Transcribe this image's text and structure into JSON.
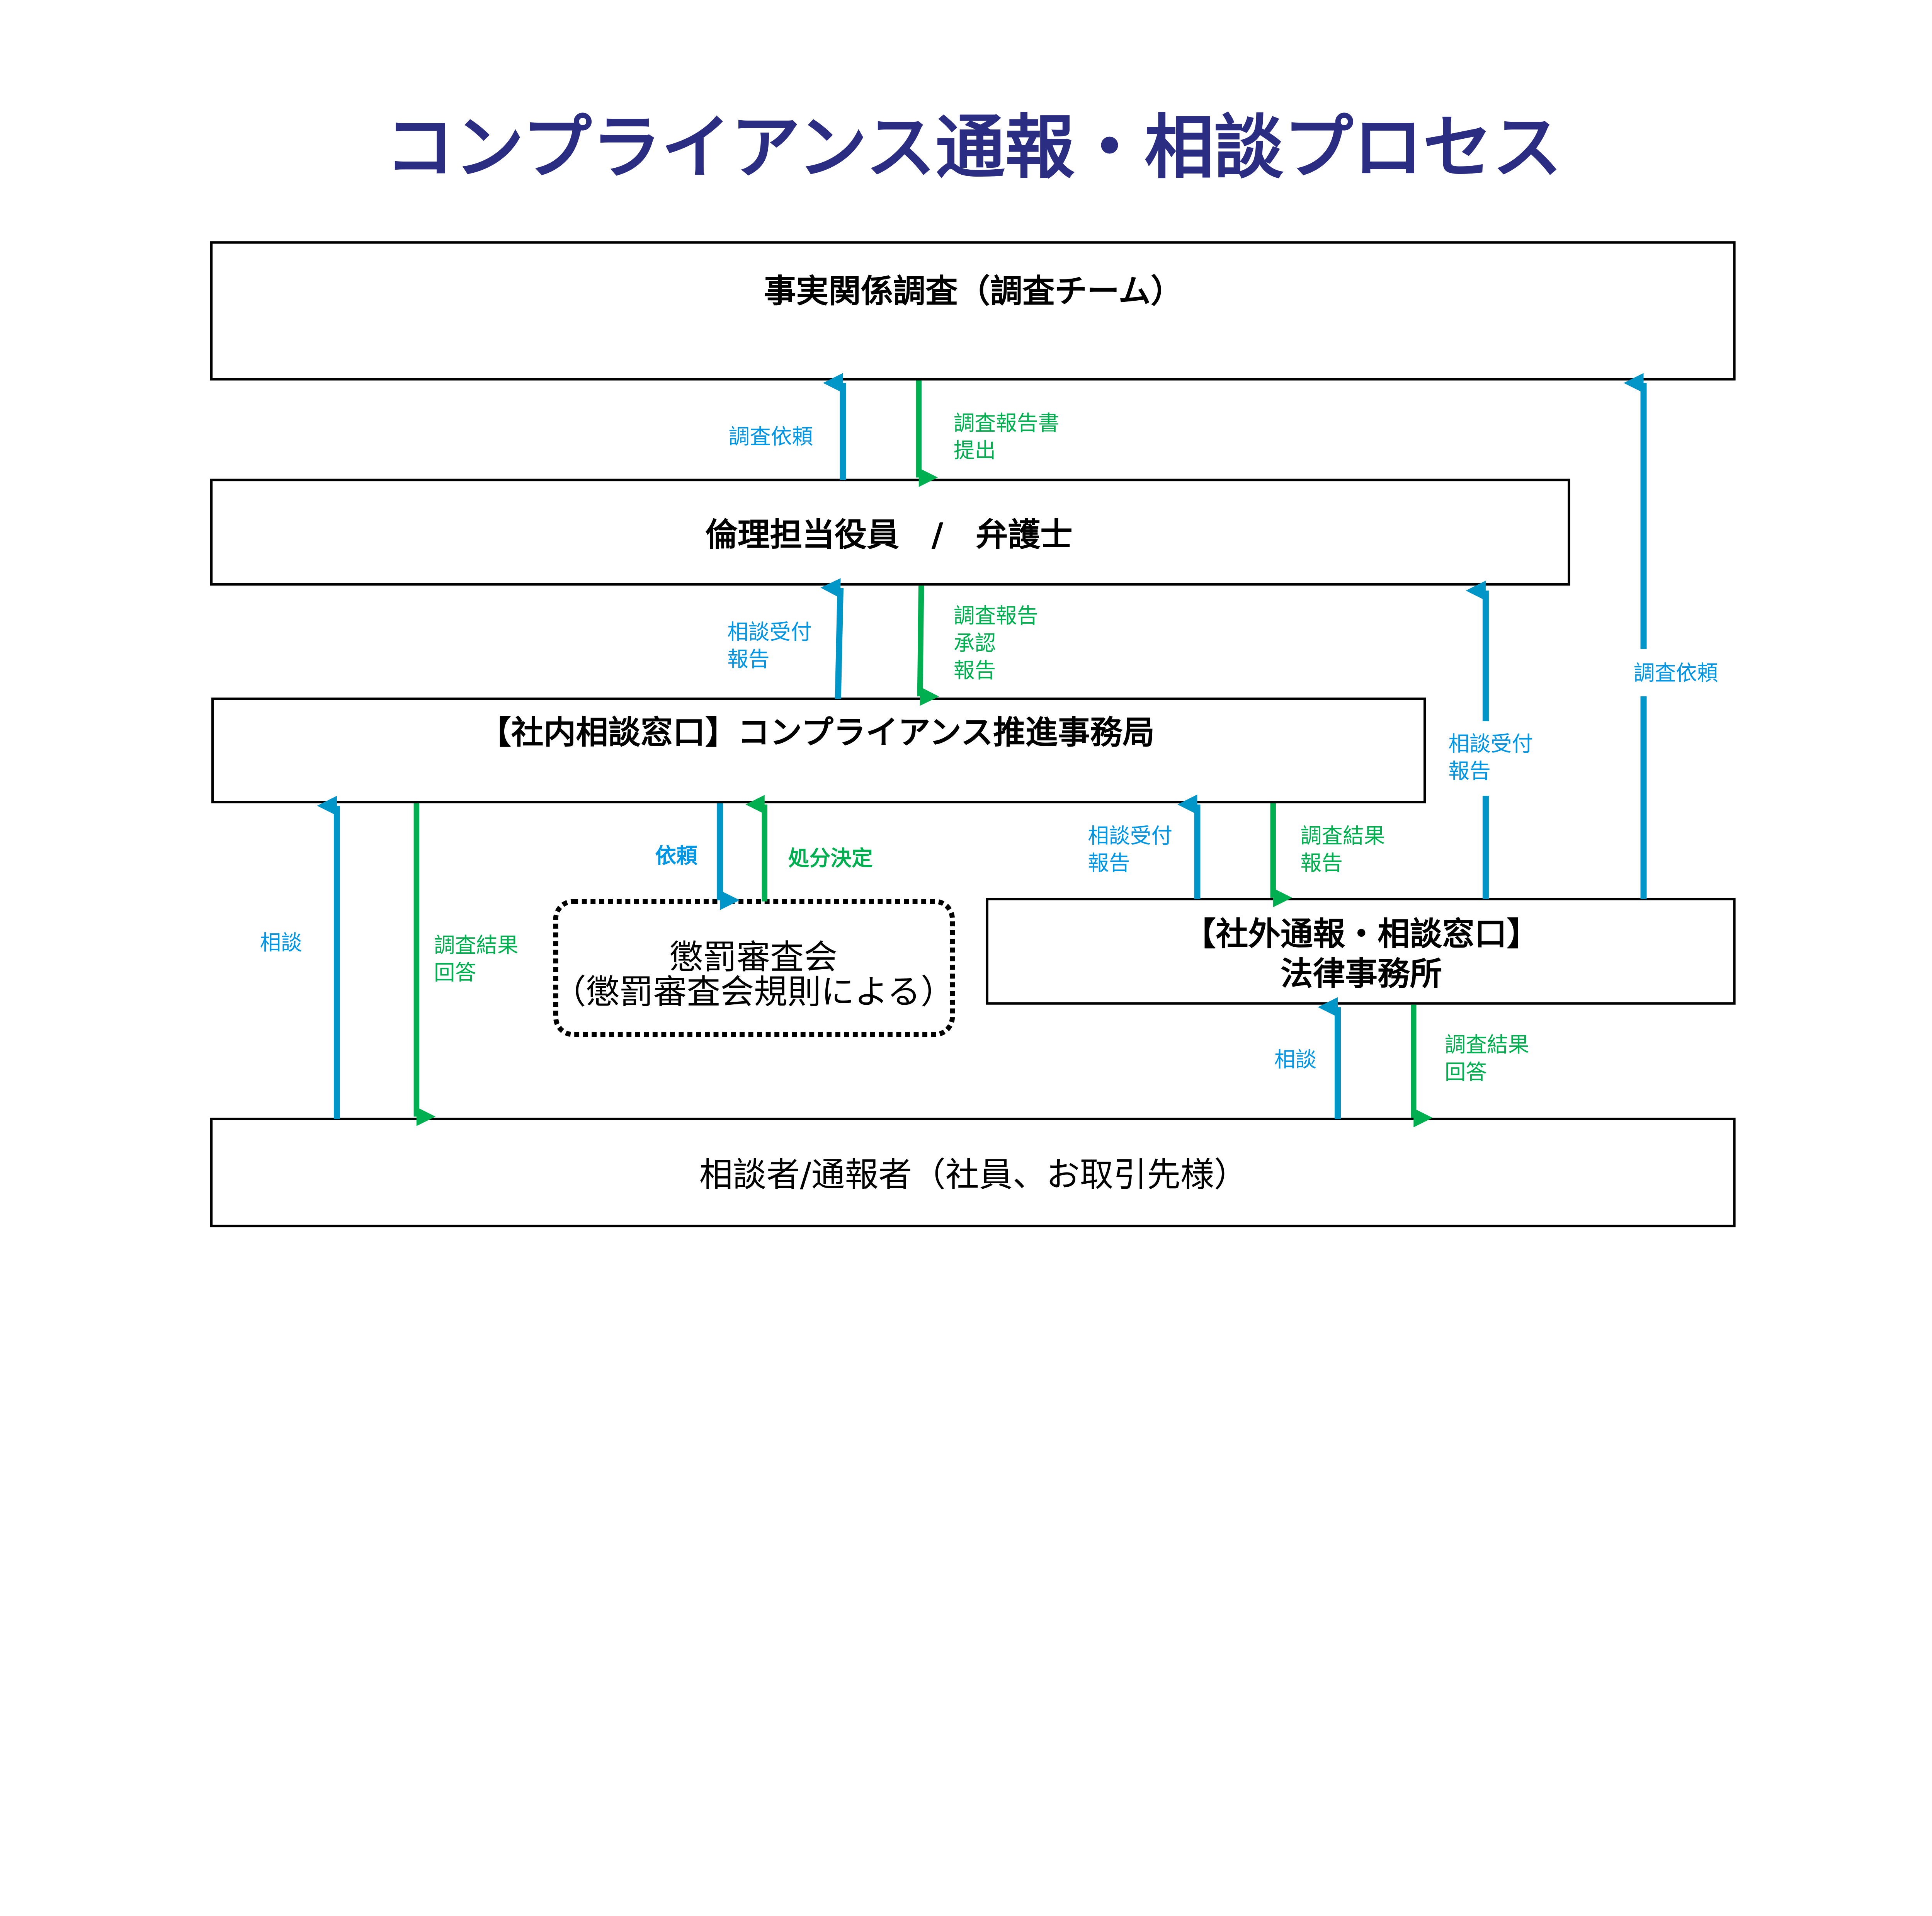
{
  "title": "コンプライアンス通報・相談プロセス",
  "colors": {
    "title": "#2b2d83",
    "request_arrow": "#0096c8",
    "response_arrow": "#00b050"
  },
  "boxes": {
    "investigation": "事実関係調査（調査チーム）",
    "ethics_officer": "倫理担当役員　/　弁護士",
    "internal_desk": "【社内相談窓口】コンプライアンス推進事務局",
    "disciplinary_title": "懲罰審査会",
    "disciplinary_sub": "（懲罰審査会規則による）",
    "external_desk_line1": "【社外通報・相談窓口】",
    "external_desk_line2": "法律事務所",
    "reporter": "相談者/通報者（社員、お取引先様）"
  },
  "labels": {
    "req_investigation_1": "調査依頼",
    "submit_report_1": "調査報告書",
    "submit_report_2": "提出",
    "consult_report_1a": "相談受付",
    "consult_report_1b": "報告",
    "approve_1": "調査報告",
    "approve_2": "承認",
    "approve_3": "報告",
    "request": "依頼",
    "decision": "処分決定",
    "consult_report_2a": "相談受付",
    "consult_report_2b": "報告",
    "result_report_a": "調査結果",
    "result_report_b": "報告",
    "consult_report_3a": "相談受付",
    "consult_report_3b": "報告",
    "req_investigation_2": "調査依頼",
    "consult_1": "相談",
    "answer_1a": "調査結果",
    "answer_1b": "回答",
    "consult_2": "相談",
    "answer_2a": "調査結果",
    "answer_2b": "回答"
  }
}
